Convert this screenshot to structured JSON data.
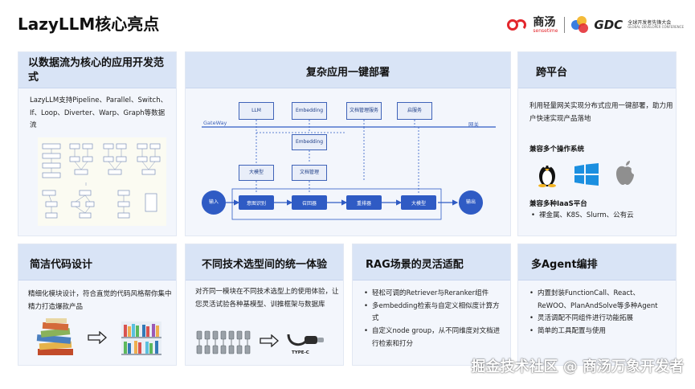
{
  "title": "LazyLLM核心亮点",
  "logos": {
    "sensetime_cn": "商汤",
    "sensetime_en": "sensetime",
    "gdc_name": "GDC",
    "gdc_cn": "全球开发者先锋大会",
    "gdc_en": "GLOBAL DEVELOPER CONFERENCE"
  },
  "panels": {
    "dataflow": {
      "title": "以数据流为核心的应用开发范式",
      "text": "LazyLLM支持Pipeline、Parallel、Switch、If、Loop、Diverter、Warp、Graph等数据流"
    },
    "deploy": {
      "title": "复杂应用一键部署",
      "diagram": {
        "gateway": "GateWay",
        "gateway_cn": "网关",
        "services": [
          "LLM",
          "Embedding",
          "文档管理服务",
          "启服务"
        ],
        "middle": [
          "Embedding",
          "大模型",
          "文档管理"
        ],
        "flow": [
          "输入",
          "意图识别",
          "召回器",
          "重排器",
          "大模型",
          "输出"
        ]
      }
    },
    "crossplatform": {
      "title": "跨平台",
      "text": "利用轻量网关实现分布式应用一键部署，助力用户快速实现产品落地",
      "os_heading": "兼容多个操作系统",
      "os_icons": [
        "linux-icon",
        "windows-icon",
        "apple-icon"
      ],
      "iaas_heading": "兼容多种IaaS平台",
      "iaas_items": [
        "裸金属、K8S、Slurm、公有云"
      ]
    },
    "code": {
      "title": "简洁代码设计",
      "text": "精细化模块设计，符合直觉的代码风格帮你集中精力打造爆款产品"
    },
    "unified": {
      "title": "不同技术选型间的统一体验",
      "text": "对齐同一模块在不同技术选型上的使用体验，让您灵活试验各种基模型、训推框架与数据库",
      "cable_label": "TYPE-C"
    },
    "rag": {
      "title": "RAG场景的灵活适配",
      "items": [
        "轻松可调的Retriever与Reranker组件",
        "多embedding检索与自定义相似度计算方式",
        "自定义node group，从不同维度对文档进行检索和打分"
      ]
    },
    "agent": {
      "title": "多Agent编排",
      "items": [
        "内置封装FunctionCall、React、ReWOO、PlanAndSolve等多种Agent",
        "灵活调配不同组件进行功能拓展",
        "简单的工具配置与使用"
      ]
    }
  },
  "watermark": "掘金技术社区 @ 商汤万象开发者",
  "colors": {
    "panel_bg": "#f3f6fc",
    "panel_head": "#d9e4f6",
    "accent_blue": "#2f5bc4",
    "brand_red": "#e3262c"
  }
}
